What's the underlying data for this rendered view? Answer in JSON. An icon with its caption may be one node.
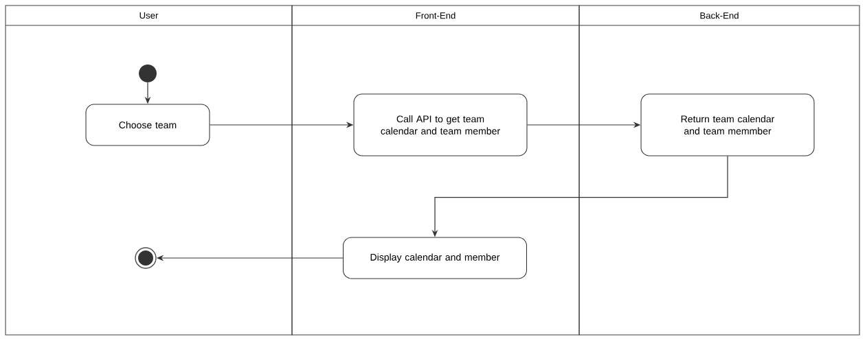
{
  "diagram": {
    "nodes": [
      {
        "text": [
          "User"
        ]
      },
      {
        "text": [
          "Front-End"
        ]
      },
      {
        "text": [
          "Back-End"
        ]
      },
      {
        "text": [],
        "shape": "circle",
        "in": 0
      },
      {
        "text": [
          "Choose team"
        ],
        "in": 0
      },
      {
        "text": [
          "Call API to get team calendar and team member"
        ],
        "in": 1
      },
      {
        "text": [
          "Return team calendar and team memmber"
        ],
        "in": 2
      },
      {
        "text": [
          "Display calendar and member"
        ],
        "in": 1
      },
      {
        "text": [],
        "shape": "circle",
        "in": 0
      }
    ],
    "edges": [
      {
        "from": 3,
        "to": 4,
        "arrow": "to"
      },
      {
        "from": 4,
        "to": 5,
        "arrow": "to"
      },
      {
        "from": 5,
        "to": 6,
        "arrow": "to"
      },
      {
        "from": 6,
        "to": 7,
        "arrow": "to"
      },
      {
        "from": 7,
        "to": 8,
        "arrow": "to"
      }
    ]
  }
}
